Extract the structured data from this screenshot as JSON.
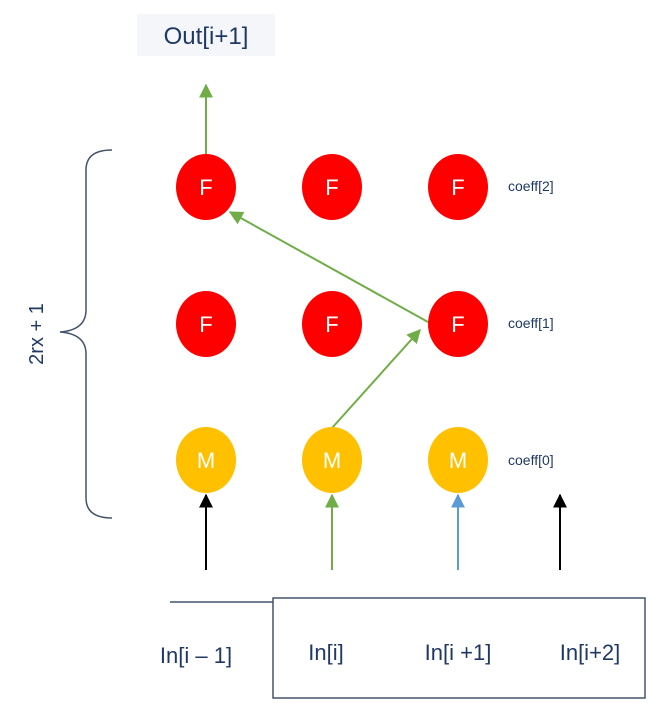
{
  "output": {
    "label": "Out[i+1]"
  },
  "side_brace": {
    "label": "2rx + 1"
  },
  "rows": {
    "f_top": {
      "coeff_label": "coeff[2]",
      "nodes": [
        "F",
        "F",
        "F"
      ],
      "color": "#ff0000"
    },
    "f_middle": {
      "coeff_label": "coeff[1]",
      "nodes": [
        "F",
        "F",
        "F"
      ],
      "color": "#ff0000"
    },
    "m_bottom": {
      "coeff_label": "coeff[0]",
      "nodes": [
        "M",
        "M",
        "M"
      ],
      "color": "#ffc000"
    }
  },
  "inputs": [
    "In[i – 1]",
    "In[i]",
    "In[i +1]",
    "In[i+2]"
  ],
  "colors": {
    "green_path": "#70ad47",
    "blue_arrow": "#5b9bd5",
    "black_arrow": "#000000",
    "text_dark": "#1f3864",
    "box_border": "#44546a"
  }
}
